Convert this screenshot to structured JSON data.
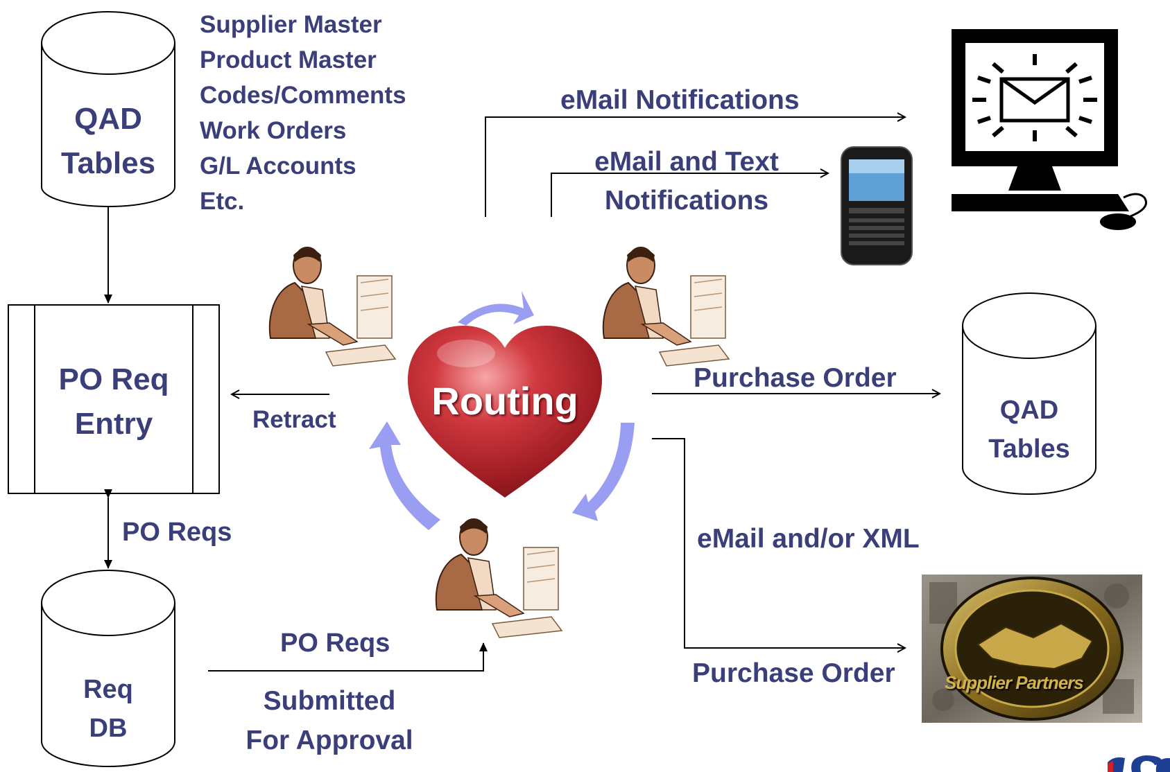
{
  "qad_tables_top": {
    "line1": "QAD",
    "line2": "Tables"
  },
  "master_list": [
    "Supplier Master",
    "Product Master",
    "Codes/Comments",
    "Work Orders",
    "G/L Accounts",
    "Etc."
  ],
  "po_req_entry": {
    "line1": "PO Req",
    "line2": "Entry"
  },
  "req_db": {
    "line1": "Req",
    "line2": "DB"
  },
  "qad_tables_right": {
    "line1": "QAD",
    "line2": "Tables"
  },
  "routing": "Routing",
  "labels": {
    "email_notifications": "eMail Notifications",
    "email_text_line1": "eMail and Text",
    "email_text_line2": "Notifications",
    "purchase_order_top": "Purchase Order",
    "email_xml": "eMail and/or XML",
    "purchase_order_bottom": "Purchase Order",
    "retract": "Retract",
    "po_reqs_vertical": "PO Reqs",
    "po_reqs_bottom": "PO Reqs",
    "submitted_line1": "Submitted",
    "submitted_line2": "For Approval"
  },
  "supplier_partners": "Supplier Partners",
  "colors": {
    "text": "#3a3f7a",
    "routing_arrows": "#9a9ef2",
    "heart": "#b8232b"
  }
}
